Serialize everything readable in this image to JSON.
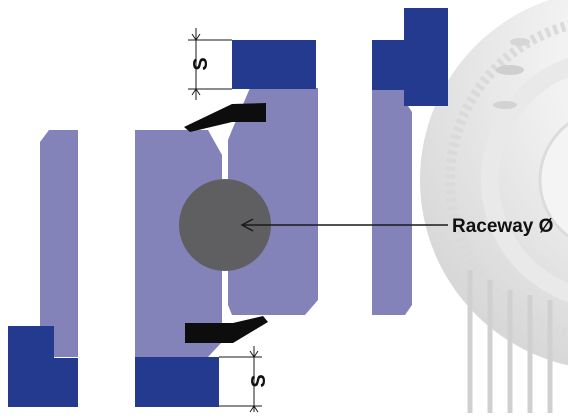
{
  "raceway_label": "Raceway Ø",
  "dimension_top_label": "S",
  "dimension_bottom_label": "S",
  "colors": {
    "ring_blue": "#233a8f",
    "raceway_lavender": "#8483b9",
    "ball_gray": "#5f5f61",
    "seal_black": "#0d0d0d",
    "gear_background": "#e6e6e6"
  }
}
